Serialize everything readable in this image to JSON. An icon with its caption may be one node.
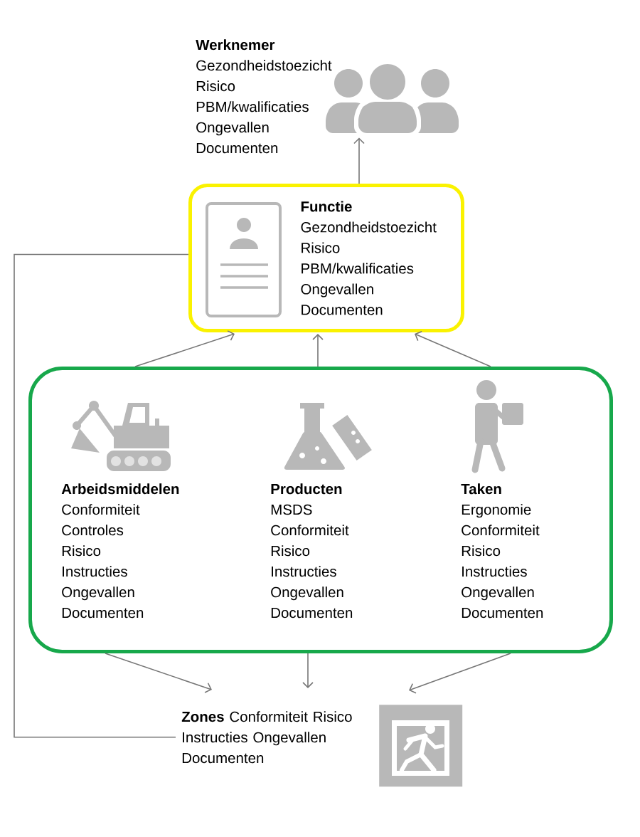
{
  "diagram": {
    "nodes": [
      {
        "text": [
          "Werknemer",
          "Gezondheidstoezicht",
          "Risico",
          "PBM/kwalificaties",
          "Ongevallen",
          "Documenten"
        ]
      },
      {
        "text": [],
        "shape": "person"
      },
      {
        "text": [
          "Functie",
          "Gezondheidstoezicht",
          "Risico",
          "PBM/kwalificaties",
          "Ongevallen",
          "Documenten"
        ]
      },
      {
        "text": [],
        "shape": "box"
      },
      {
        "text": [
          "Arbeidsmiddelen",
          "Conformiteit",
          "Controles",
          "Risico",
          "Instructies",
          "Ongevallen",
          "Documenten"
        ],
        "in": 3
      },
      {
        "text": [
          "Producten",
          "MSDS",
          "Conformiteit",
          "Risico",
          "Instructies",
          "Ongevallen",
          "Documenten"
        ],
        "in": 3
      },
      {
        "text": [
          "Taken",
          "Ergonomie",
          "Conformiteit",
          "Risico",
          "Instructies",
          "Ongevallen",
          "Documenten"
        ],
        "in": 3
      },
      {
        "text": [
          "**Zones** Conformiteit Risico Instructies Ongevallen Documenten"
        ]
      },
      {
        "text": [],
        "shape": "picture"
      }
    ],
    "edges": [
      {
        "from": 2,
        "to": 1,
        "arrow": "to"
      },
      {
        "from": 3,
        "to": 2,
        "arrow": "to"
      },
      {
        "from": 3,
        "to": 2,
        "arrow": "to"
      },
      {
        "from": 3,
        "to": 2,
        "arrow": "to"
      },
      {
        "from": 2,
        "to": 7,
        "arrow": "none"
      },
      {
        "from": 3,
        "to": 7,
        "arrow": "to"
      },
      {
        "from": 3,
        "to": 7,
        "arrow": "to"
      },
      {
        "from": 3,
        "to": 8,
        "arrow": "to"
      }
    ]
  }
}
